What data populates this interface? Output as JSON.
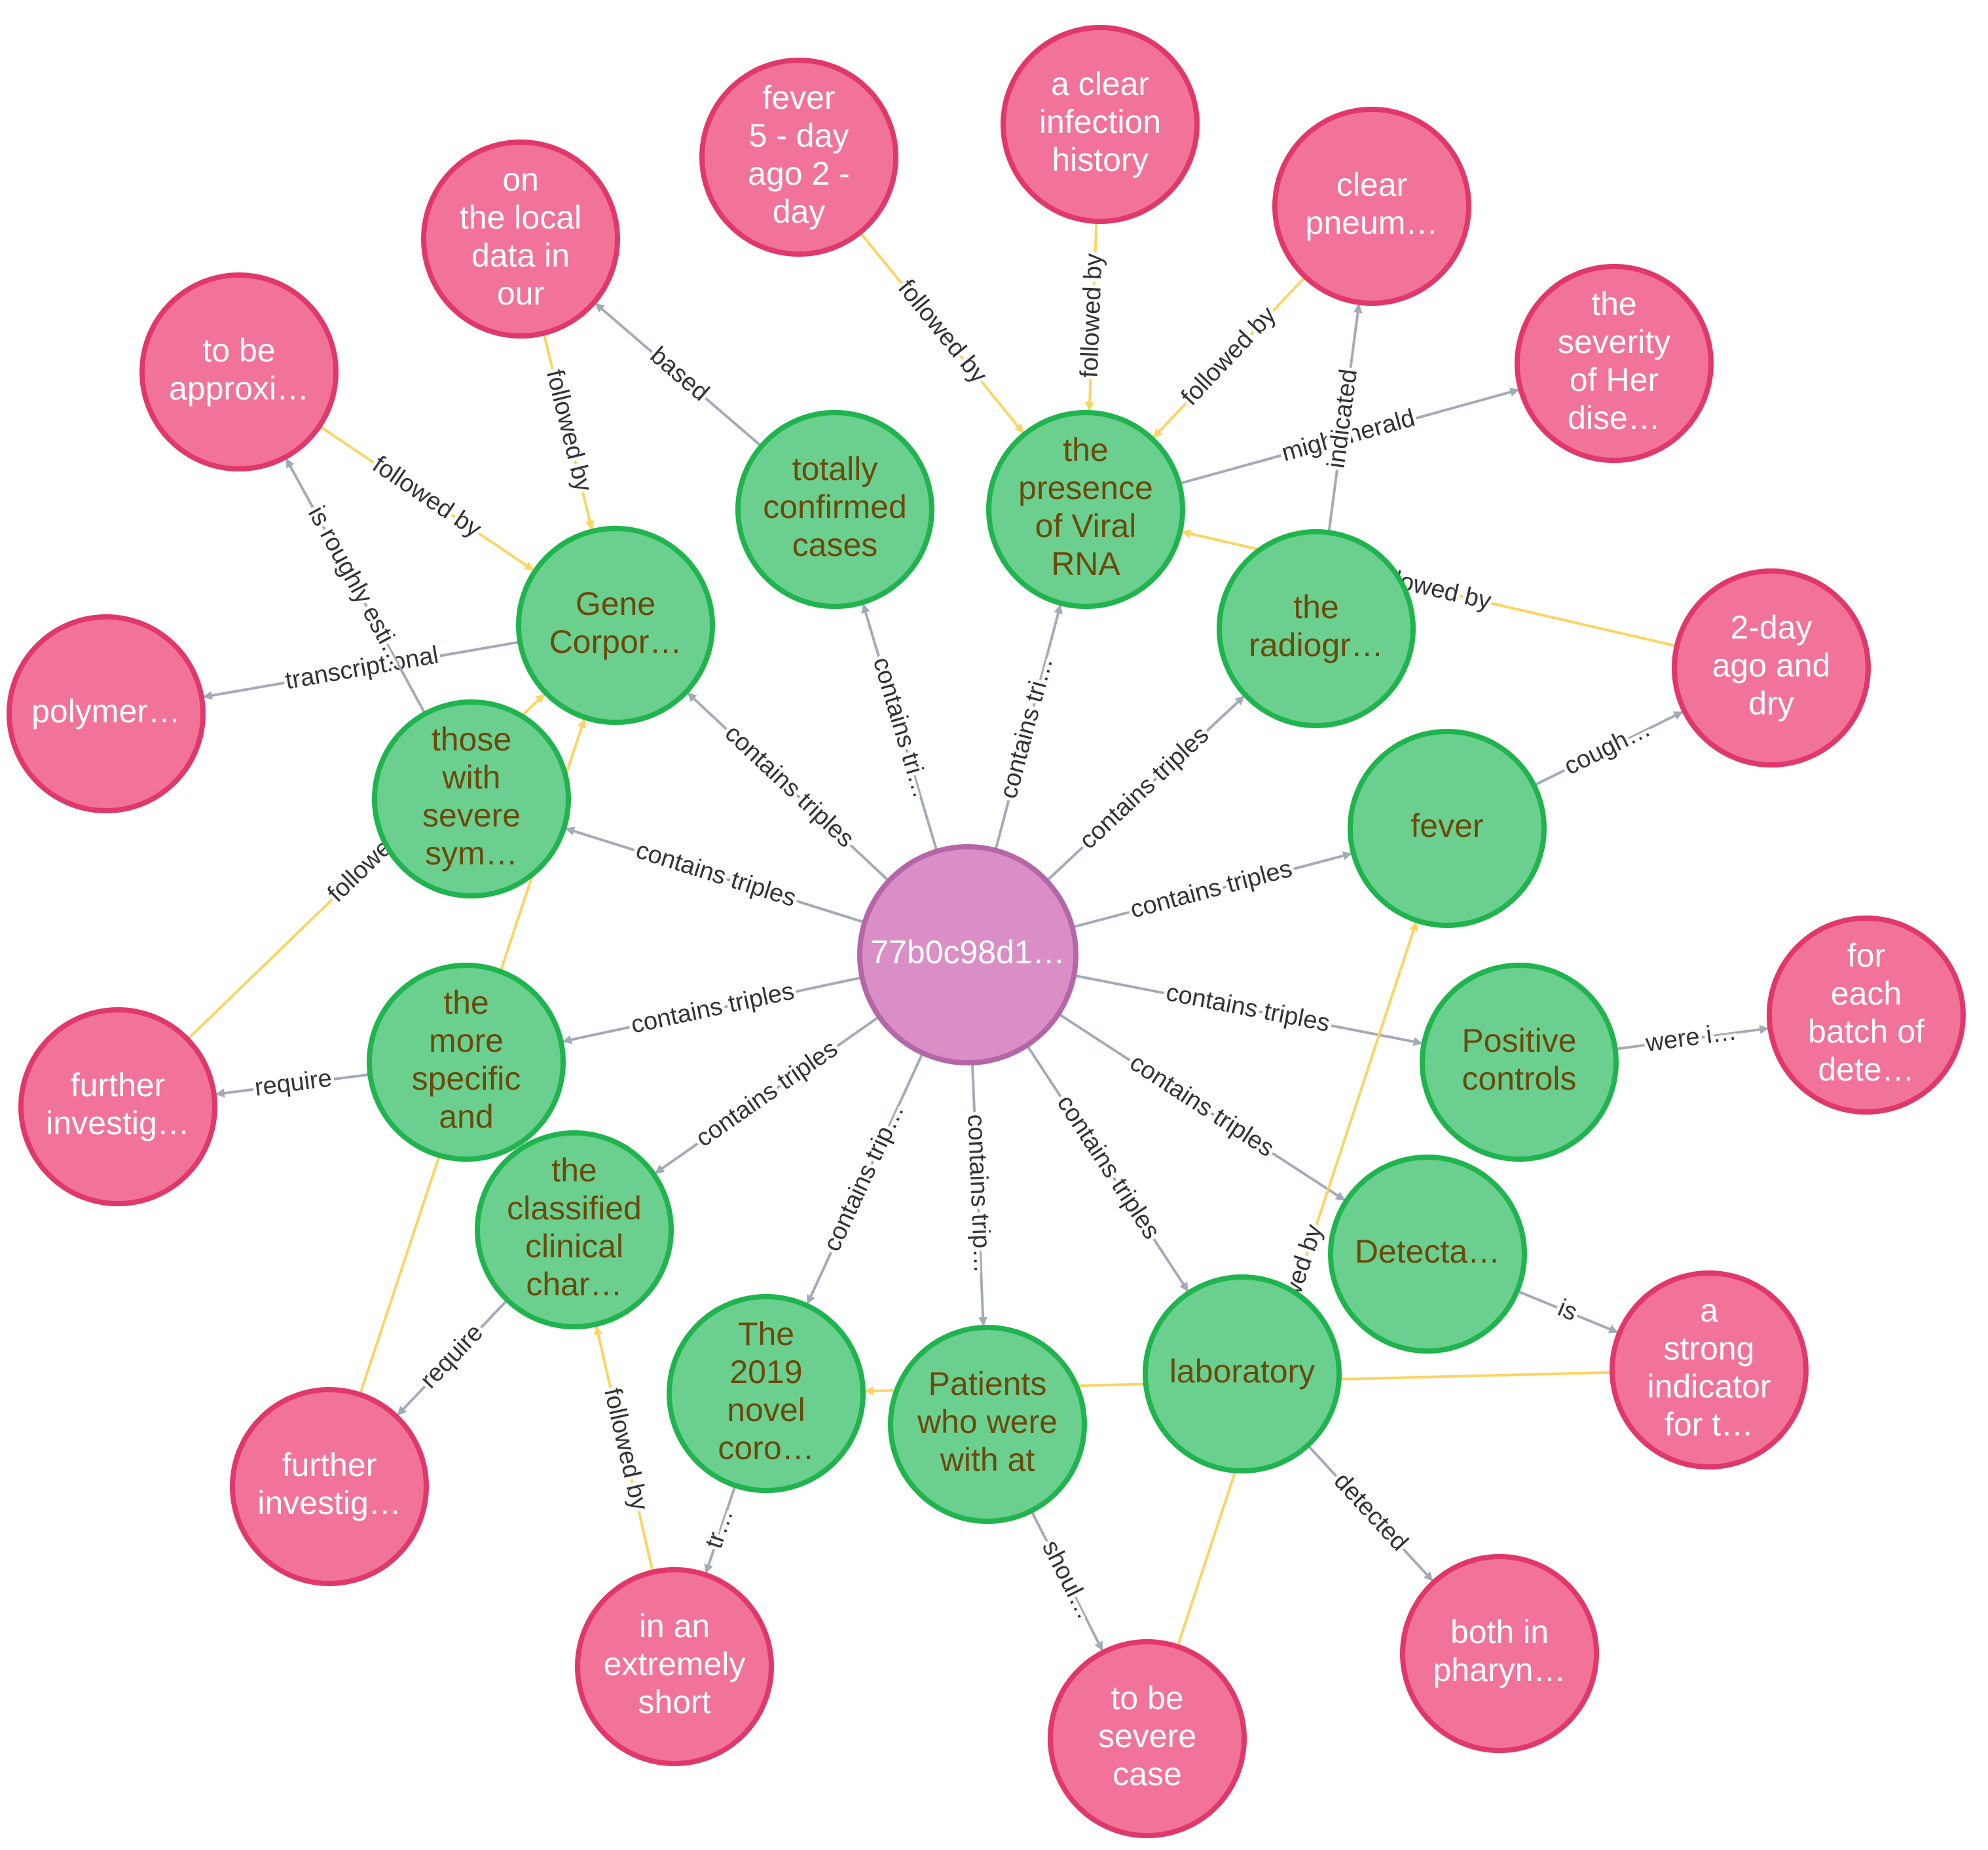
{
  "colors": {
    "center_fill": "#d98fc6",
    "center_stroke": "#b466a8",
    "green_fill": "#6bcf8f",
    "green_stroke": "#1fb44d",
    "green_text": "#6b4a0a",
    "pink_fill": "#f27399",
    "pink_stroke": "#e0386a",
    "white_text": "#ffffff",
    "edge_gray": "#a3abb8",
    "edge_yellow": "#fcd462"
  },
  "nodes": [
    {
      "id": "center",
      "kind": "center",
      "lines": [
        "77b0c98d1…"
      ]
    },
    {
      "id": "gene",
      "kind": "green",
      "lines": [
        "Gene",
        "Corpor…"
      ]
    },
    {
      "id": "totally",
      "kind": "green",
      "lines": [
        "totally",
        "confirmed",
        "cases"
      ]
    },
    {
      "id": "presence",
      "kind": "green",
      "lines": [
        "the",
        "presence",
        "of Viral",
        "RNA"
      ]
    },
    {
      "id": "radiogr",
      "kind": "green",
      "lines": [
        "the",
        "radiogr…"
      ]
    },
    {
      "id": "fever_g",
      "kind": "green",
      "lines": [
        "fever"
      ]
    },
    {
      "id": "positive",
      "kind": "green",
      "lines": [
        "Positive",
        "controls"
      ]
    },
    {
      "id": "detecta",
      "kind": "green",
      "lines": [
        "Detecta…"
      ]
    },
    {
      "id": "laboratory",
      "kind": "green",
      "lines": [
        "laboratory"
      ]
    },
    {
      "id": "patients",
      "kind": "green",
      "lines": [
        "Patients",
        "who were",
        "with at"
      ]
    },
    {
      "id": "novel",
      "kind": "green",
      "lines": [
        "The",
        "2019",
        "novel",
        "coro…"
      ]
    },
    {
      "id": "classified",
      "kind": "green",
      "lines": [
        "the",
        "classified",
        "clinical",
        "char…"
      ]
    },
    {
      "id": "morespec",
      "kind": "green",
      "lines": [
        "the",
        "more",
        "specific",
        "and"
      ]
    },
    {
      "id": "those",
      "kind": "green",
      "lines": [
        "those",
        "with",
        "severe",
        "sym…"
      ]
    },
    {
      "id": "fever5",
      "kind": "pink",
      "lines": [
        "fever",
        "5 - day",
        "ago 2 -",
        "day"
      ]
    },
    {
      "id": "clearinf",
      "kind": "pink",
      "lines": [
        "a clear",
        "infection",
        "history"
      ]
    },
    {
      "id": "clearpn",
      "kind": "pink",
      "lines": [
        "clear",
        "pneum…"
      ]
    },
    {
      "id": "severity",
      "kind": "pink",
      "lines": [
        "the",
        "severity",
        "of Her",
        "dise…"
      ]
    },
    {
      "id": "twoday",
      "kind": "pink",
      "lines": [
        "2-day",
        "ago and",
        "dry"
      ]
    },
    {
      "id": "foreach",
      "kind": "pink",
      "lines": [
        "for",
        "each",
        "batch of",
        "dete…"
      ]
    },
    {
      "id": "strong",
      "kind": "pink",
      "lines": [
        "a",
        "strong",
        "indicator",
        "for t…"
      ]
    },
    {
      "id": "bothin",
      "kind": "pink",
      "lines": [
        "both in",
        "pharyn…"
      ]
    },
    {
      "id": "tobesev",
      "kind": "pink",
      "lines": [
        "to be",
        "severe",
        "case"
      ]
    },
    {
      "id": "extremely",
      "kind": "pink",
      "lines": [
        "in an",
        "extremely",
        "short"
      ]
    },
    {
      "id": "further2",
      "kind": "pink",
      "lines": [
        "further",
        "investig…"
      ]
    },
    {
      "id": "further1",
      "kind": "pink",
      "lines": [
        "further",
        "investig…"
      ]
    },
    {
      "id": "polymer",
      "kind": "pink",
      "lines": [
        "polymer…"
      ]
    },
    {
      "id": "approxi",
      "kind": "pink",
      "lines": [
        "to be",
        "approxi…"
      ]
    },
    {
      "id": "onlocal",
      "kind": "pink",
      "lines": [
        "on",
        "the local",
        "data in",
        "our"
      ]
    }
  ],
  "edges": [
    {
      "from": "center",
      "to": "gene",
      "kind": "gray",
      "label": "contains triples"
    },
    {
      "from": "center",
      "to": "totally",
      "kind": "gray",
      "label": "contains tri…"
    },
    {
      "from": "center",
      "to": "presence",
      "kind": "gray",
      "label": "contains tri…"
    },
    {
      "from": "center",
      "to": "radiogr",
      "kind": "gray",
      "label": "contains triples"
    },
    {
      "from": "center",
      "to": "fever_g",
      "kind": "gray",
      "label": "contains triples"
    },
    {
      "from": "center",
      "to": "positive",
      "kind": "gray",
      "label": "contains triples"
    },
    {
      "from": "center",
      "to": "detecta",
      "kind": "gray",
      "label": "contains triples"
    },
    {
      "from": "center",
      "to": "laboratory",
      "kind": "gray",
      "label": "contains triples"
    },
    {
      "from": "center",
      "to": "patients",
      "kind": "gray",
      "label": "contains trip…"
    },
    {
      "from": "center",
      "to": "novel",
      "kind": "gray",
      "label": "contains trip…"
    },
    {
      "from": "center",
      "to": "classified",
      "kind": "gray",
      "label": "contains triples"
    },
    {
      "from": "center",
      "to": "morespec",
      "kind": "gray",
      "label": "contains triples"
    },
    {
      "from": "center",
      "to": "those",
      "kind": "gray",
      "label": "contains triples"
    },
    {
      "from": "totally",
      "to": "onlocal",
      "kind": "gray",
      "label": "based"
    },
    {
      "from": "gene",
      "to": "polymer",
      "kind": "gray",
      "label": "transcriptional"
    },
    {
      "from": "presence",
      "to": "severity",
      "kind": "gray",
      "label": "might herald"
    },
    {
      "from": "radiogr",
      "to": "clearpn",
      "kind": "gray",
      "label": "indicated"
    },
    {
      "from": "fever_g",
      "to": "twoday",
      "kind": "gray",
      "label": "cough…"
    },
    {
      "from": "positive",
      "to": "foreach",
      "kind": "gray",
      "label": "were i…"
    },
    {
      "from": "detecta",
      "to": "strong",
      "kind": "gray",
      "label": "is"
    },
    {
      "from": "laboratory",
      "to": "bothin",
      "kind": "gray",
      "label": "detected"
    },
    {
      "from": "patients",
      "to": "tobesev",
      "kind": "gray",
      "label": "shoul…"
    },
    {
      "from": "novel",
      "to": "extremely",
      "kind": "gray",
      "label": "tr…"
    },
    {
      "from": "classified",
      "to": "further2",
      "kind": "gray",
      "label": "require"
    },
    {
      "from": "morespec",
      "to": "further1",
      "kind": "gray",
      "label": "require"
    },
    {
      "from": "those",
      "to": "approxi",
      "kind": "gray",
      "label": "is roughly esti…"
    },
    {
      "from": "fever5",
      "to": "presence",
      "kind": "yellow",
      "label": "followed by"
    },
    {
      "from": "clearinf",
      "to": "presence",
      "kind": "yellow",
      "label": "followed by"
    },
    {
      "from": "clearpn",
      "to": "presence",
      "kind": "yellow",
      "label": "followed by"
    },
    {
      "from": "twoday",
      "to": "presence",
      "kind": "yellow",
      "label": "followed by"
    },
    {
      "from": "approxi",
      "to": "gene",
      "kind": "yellow",
      "label": "followed by"
    },
    {
      "from": "onlocal",
      "to": "gene",
      "kind": "yellow",
      "label": "followed by"
    },
    {
      "from": "further1",
      "to": "gene",
      "kind": "yellow",
      "label": "followed"
    },
    {
      "from": "further2",
      "to": "gene",
      "kind": "yellow",
      "label": "fo"
    },
    {
      "from": "extremely",
      "to": "classified",
      "kind": "yellow",
      "label": "followed by"
    },
    {
      "from": "tobesev",
      "to": "fever_g",
      "kind": "yellow",
      "label": "followed by"
    },
    {
      "from": "strong",
      "to": "novel",
      "kind": "yellow",
      "label": ""
    }
  ]
}
